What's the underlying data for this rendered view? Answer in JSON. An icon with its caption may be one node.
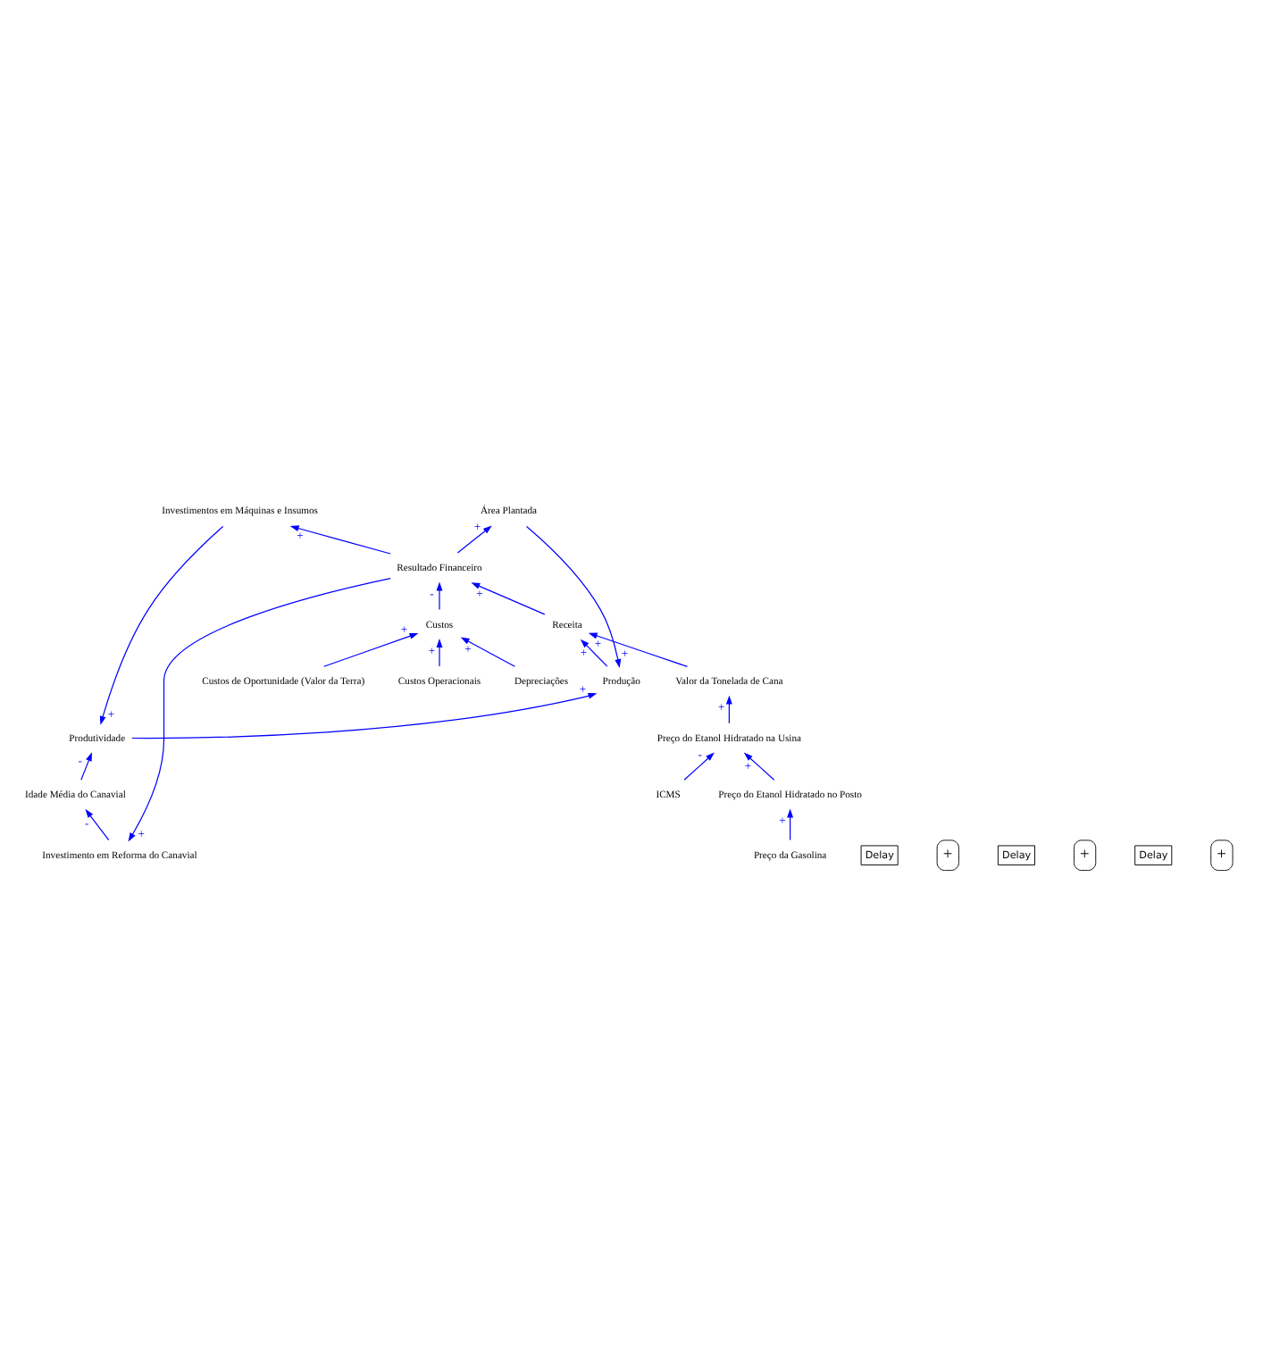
{
  "diagram": {
    "nodes": [
      {
        "text": [
          "Investimento em Reforma do Canavial"
        ]
      },
      {
        "text": [
          "Idade Média do Canavial"
        ]
      },
      {
        "text": [
          "Investimentos em Máquinas e Insumos"
        ]
      },
      {
        "text": [
          "Produtividade"
        ]
      },
      {
        "text": [
          "Área Plantada"
        ]
      },
      {
        "text": [
          "Resultado Financeiro"
        ]
      },
      {
        "text": [
          "Produção"
        ]
      },
      {
        "text": [
          "Custos"
        ]
      },
      {
        "text": [
          "Receita"
        ]
      },
      {
        "text": [
          "Custos de Oportunidade (Valor da Terra)"
        ]
      },
      {
        "text": [
          "Custos Operacionais"
        ]
      },
      {
        "text": [
          "Valor da Tonelada de Cana"
        ]
      },
      {
        "text": [
          "Depreciações"
        ]
      },
      {
        "text": [
          "Preço do Etanol Hidratado na Usina"
        ]
      },
      {
        "text": [
          "ICMS"
        ]
      },
      {
        "text": [
          "Preço do Etanol Hidratado no Posto"
        ]
      },
      {
        "text": [
          "Preço da Gasolina"
        ]
      }
    ],
    "edges": [
      {
        "from": 0,
        "to": 1,
        "arrow": "to",
        "label": "-"
      },
      {
        "from": 1,
        "to": 3,
        "arrow": "to",
        "label": "-"
      },
      {
        "from": 2,
        "to": 3,
        "arrow": "to",
        "label": "+"
      },
      {
        "from": 4,
        "to": 6,
        "arrow": "to",
        "label": "+"
      },
      {
        "from": 3,
        "to": 6,
        "arrow": "to",
        "label": "+"
      },
      {
        "from": 6,
        "to": 8,
        "arrow": "to",
        "label": "+"
      },
      {
        "from": 8,
        "to": 5,
        "arrow": "to",
        "label": "+"
      },
      {
        "from": 7,
        "to": 5,
        "arrow": "to",
        "label": "-"
      },
      {
        "from": 5,
        "to": 0,
        "arrow": "to",
        "label": "+"
      },
      {
        "from": 5,
        "to": 2,
        "arrow": "to",
        "label": "+"
      },
      {
        "from": 5,
        "to": 4,
        "arrow": "to",
        "label": "+"
      },
      {
        "from": 9,
        "to": 7,
        "arrow": "to",
        "label": "+"
      },
      {
        "from": 12,
        "to": 7,
        "arrow": "to",
        "label": "+"
      },
      {
        "from": 10,
        "to": 7,
        "arrow": "to",
        "label": "+"
      },
      {
        "from": 11,
        "to": 8,
        "arrow": "to",
        "label": "+"
      },
      {
        "from": 13,
        "to": 11,
        "arrow": "to",
        "label": "+"
      },
      {
        "from": 14,
        "to": 13,
        "arrow": "to",
        "label": "-"
      },
      {
        "from": 15,
        "to": 13,
        "arrow": "to",
        "label": "+"
      },
      {
        "from": 16,
        "to": 15,
        "arrow": "to",
        "label": "+"
      }
    ],
    "labels": [
      "Delay",
      "+",
      "Delay",
      "+",
      "Delay",
      "+"
    ]
  }
}
